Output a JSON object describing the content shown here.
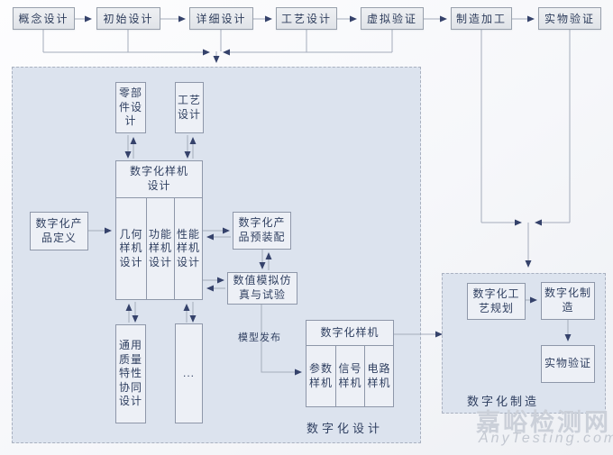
{
  "top_flow": {
    "steps": [
      {
        "label": "概念设计"
      },
      {
        "label": "初始设计"
      },
      {
        "label": "详细设计"
      },
      {
        "label": "工艺设计"
      },
      {
        "label": "虚拟验证"
      },
      {
        "label": "制造加工"
      },
      {
        "label": "实物验证"
      }
    ]
  },
  "design_area": {
    "area_label": "数字化设计",
    "parts_design": "零部\n件设\n计",
    "process_design": "工艺\n设计",
    "prototype_design_header": "数字化样机\n设计",
    "geometry_prototype": "几何\n样机\n设计",
    "function_prototype": "功能\n样机\n设计",
    "performance_prototype": "性能\n样机\n设计",
    "product_definition": "数字化产\n品定义",
    "product_preassembly": "数字化产\n品预装配",
    "simulation_test": "数值模拟仿\n真与试验",
    "quality_collab_design": "通用\n质量\n特性\n协同\n设计",
    "ellipsis": "...",
    "model_release_label": "模型发布",
    "digital_prototype_header": "数字化样机",
    "parameter_prototype": "参数\n样机",
    "signal_prototype": "信号\n样机",
    "circuit_prototype": "电路\n样机"
  },
  "manufacture_area": {
    "area_label": "数字化制造",
    "process_planning": "数字化工\n艺规划",
    "digital_manufacture": "数字化制\n造",
    "physical_verification": "实物验证"
  },
  "watermark": {
    "site_name": "嘉峪检测网",
    "site_url": "AnyTesting.com"
  },
  "colors": {
    "area_fill": "#dce3ee",
    "box_fill": "#edf0f6",
    "box_border": "#8e97a9",
    "connector_line": "#a4acbb",
    "arrowhead": "#35426b",
    "text": "#2f3f60",
    "watermark": "#cbd0d9"
  }
}
